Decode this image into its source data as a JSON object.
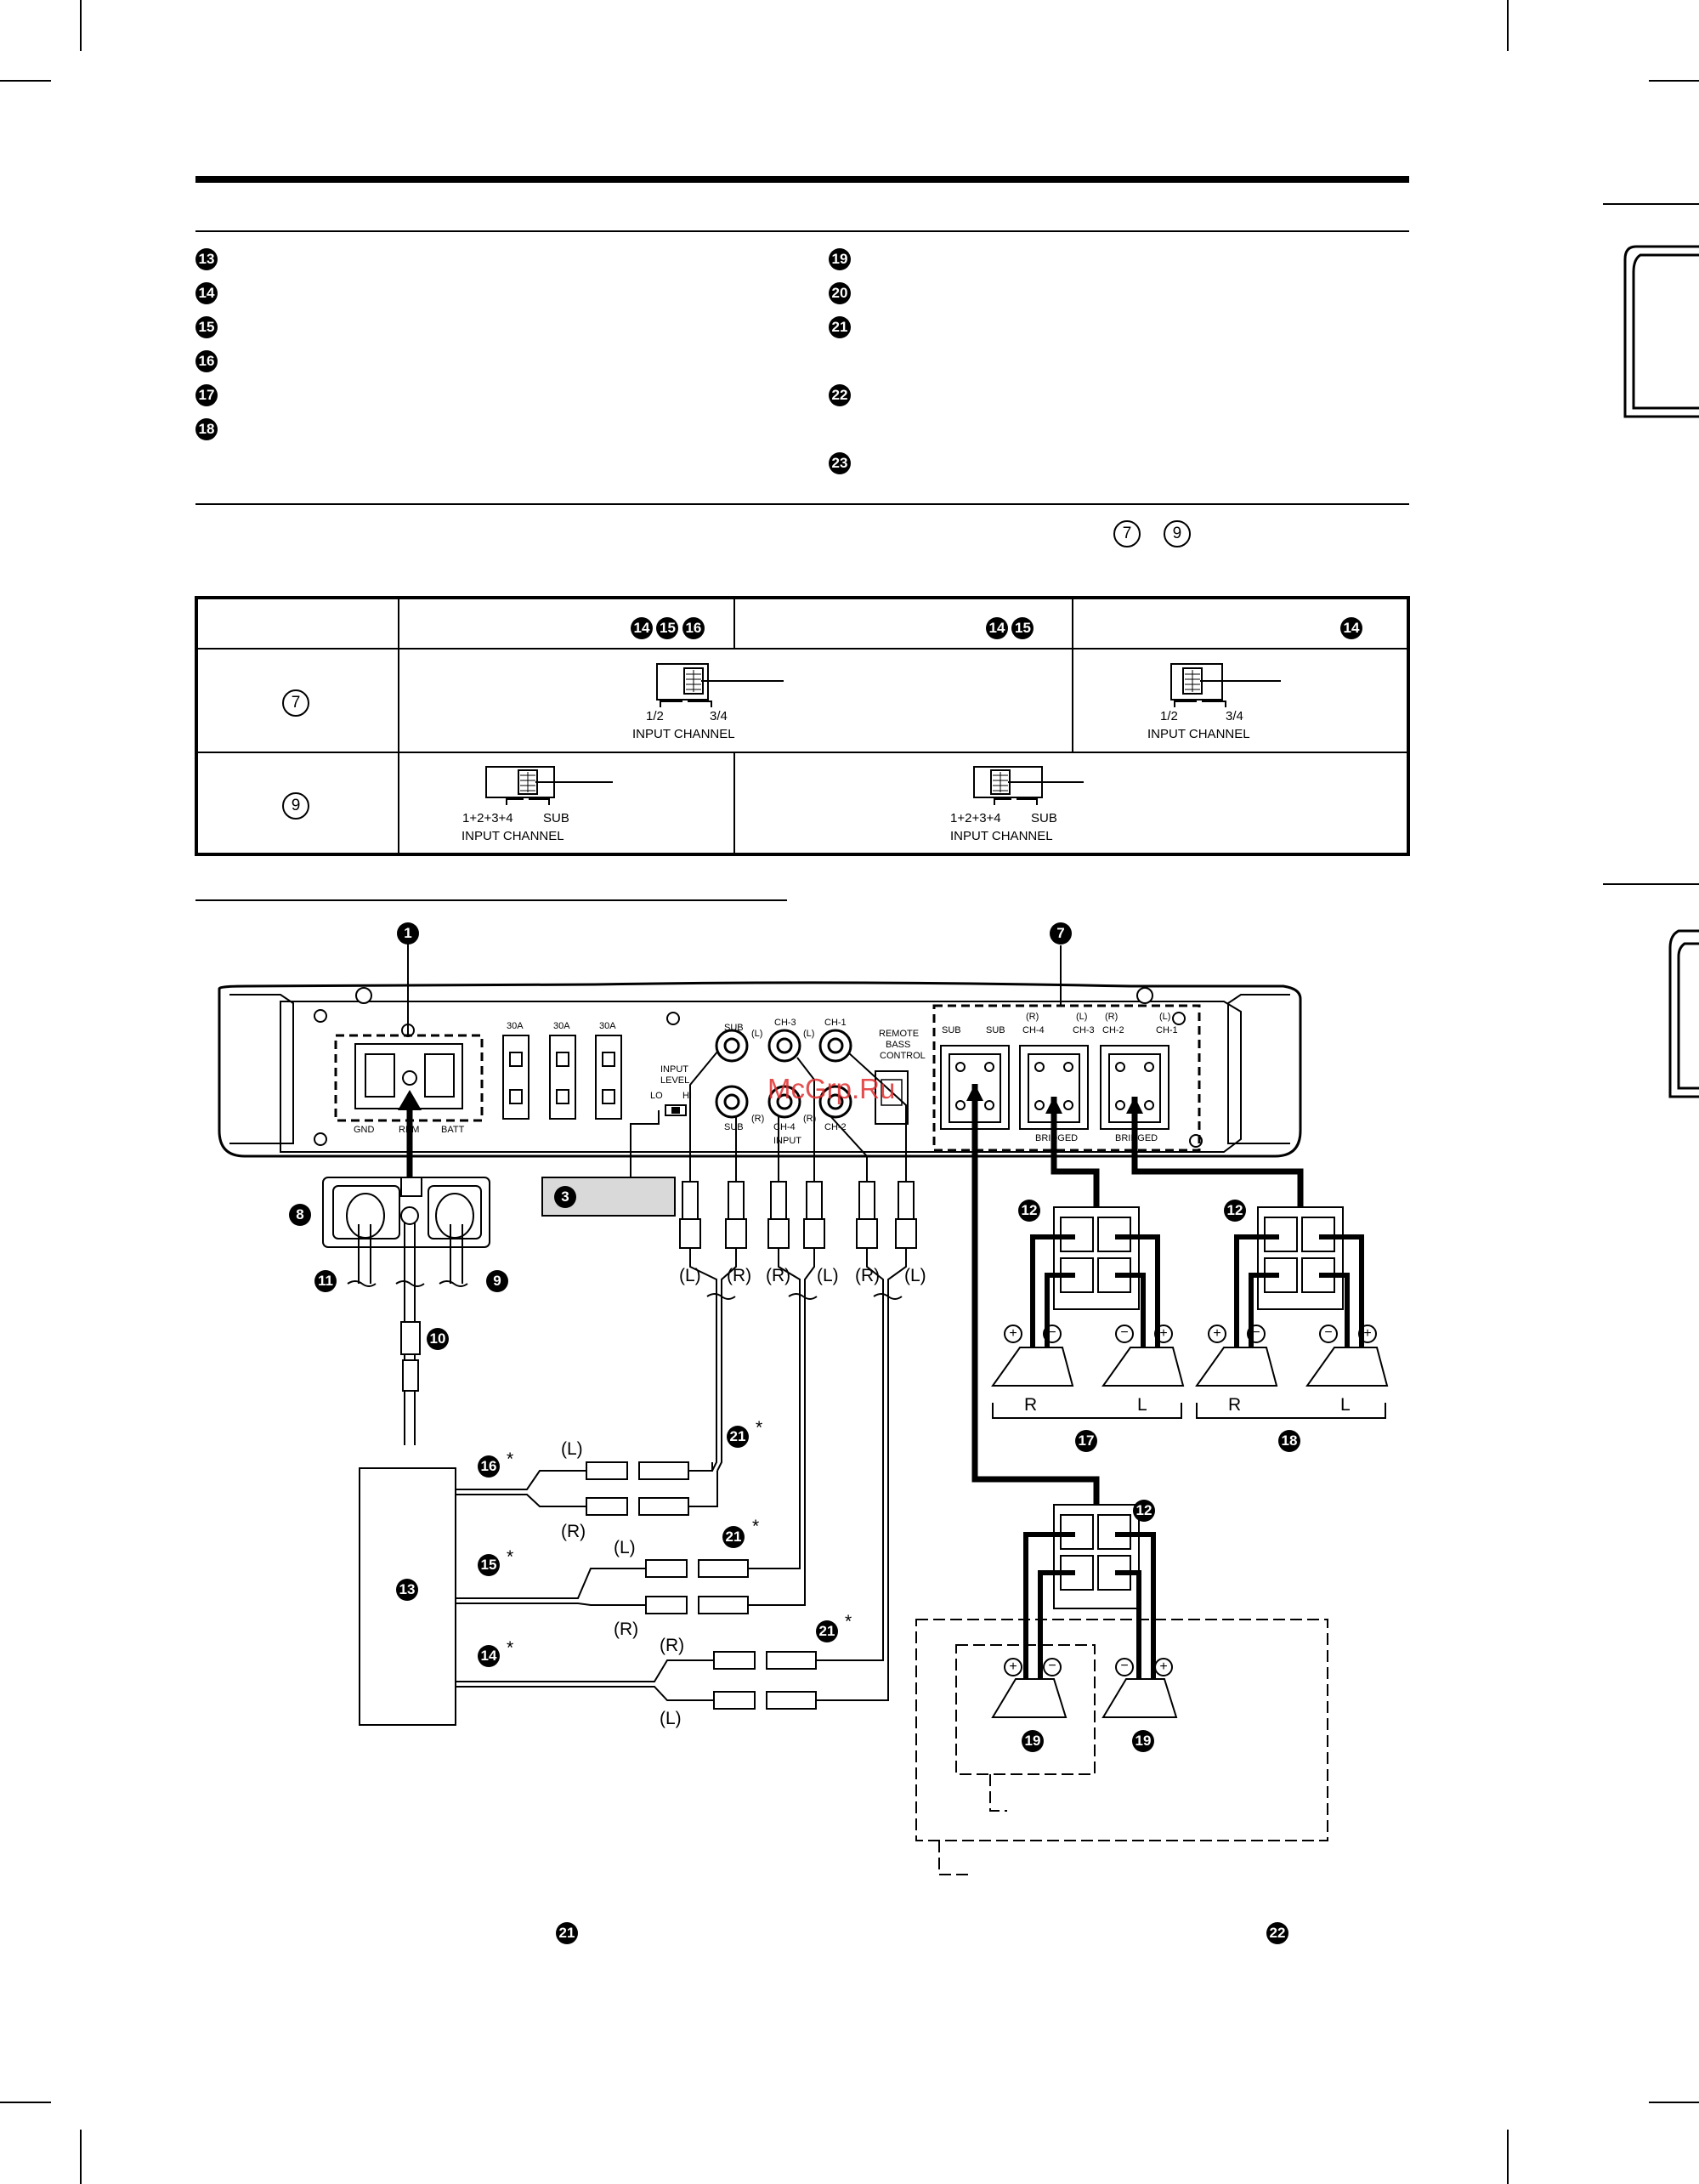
{
  "left_list": [
    "13",
    "14",
    "15",
    "16",
    "17",
    "18"
  ],
  "right_list": [
    "19",
    "20",
    "21",
    "22",
    "23"
  ],
  "ref_markers": [
    "7",
    "9"
  ],
  "table": {
    "header_bullets": [
      [
        "14",
        "15",
        "16"
      ],
      [
        "14",
        "15"
      ],
      [
        "14"
      ]
    ],
    "rows": [
      {
        "marker": "7",
        "labels": [
          "1/2",
          "3/4",
          "INPUT CHANNEL"
        ]
      },
      {
        "marker": "9",
        "labels": [
          "1+2+3+4",
          "SUB",
          "INPUT CHANNEL"
        ]
      }
    ]
  },
  "amp": {
    "fuses": [
      "30A",
      "30A",
      "30A"
    ],
    "power_terminals": [
      "GND",
      "REM",
      "BATT"
    ],
    "input_level": [
      "INPUT",
      "LEVEL",
      "LO",
      "HI"
    ],
    "rca_top": [
      "SUB",
      "(L)",
      "CH-3",
      "(L)",
      "CH-1"
    ],
    "rca_bottom": [
      "(R)",
      "SUB",
      "CH-4",
      "(R)",
      "CH-2"
    ],
    "input_label": "INPUT",
    "remote": [
      "REMOTE",
      "BASS",
      "CONTROL"
    ],
    "speaker_labels": [
      "SUB",
      "SUB",
      "(R)",
      "CH-4",
      "(L)",
      "CH-3",
      "(R)",
      "CH-2",
      "(L)",
      "CH-1"
    ],
    "bridged": "BRIDGED",
    "watermark": "McGrp.Ru"
  },
  "callouts": [
    "1",
    "7",
    "8",
    "11",
    "9",
    "10",
    "3",
    "12",
    "12",
    "12",
    "17",
    "18",
    "13",
    "16",
    "15",
    "14",
    "21",
    "21",
    "21",
    "19",
    "19"
  ],
  "cable_labels": [
    "(L)",
    "(R)",
    "(R)",
    "(L)",
    "(R)",
    "(L)",
    "(L)",
    "(R)",
    "(L)",
    "(R)",
    "(R)",
    "(L)"
  ],
  "speaker_channel": [
    "R",
    "L",
    "R",
    "L"
  ],
  "asterisk": "*",
  "bottom": [
    "21",
    "22"
  ]
}
